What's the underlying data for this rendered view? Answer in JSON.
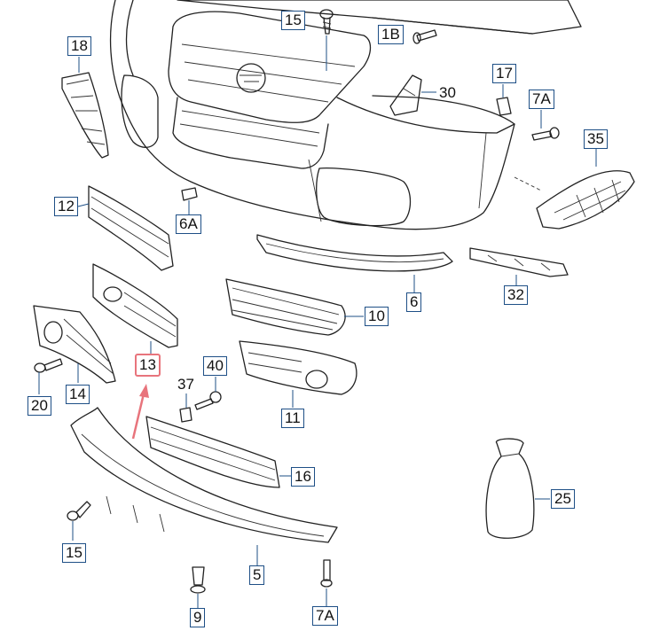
{
  "callouts": [
    {
      "id": "c15a",
      "text": "15",
      "style": "boxed"
    },
    {
      "id": "c1b",
      "text": "1B",
      "style": "boxed"
    },
    {
      "id": "c18",
      "text": "18",
      "style": "boxed"
    },
    {
      "id": "c17",
      "text": "17",
      "style": "boxed"
    },
    {
      "id": "c30",
      "text": "30",
      "style": "plain"
    },
    {
      "id": "c7a_top",
      "text": "7A",
      "style": "boxed"
    },
    {
      "id": "c35",
      "text": "35",
      "style": "boxed"
    },
    {
      "id": "c12",
      "text": "12",
      "style": "boxed"
    },
    {
      "id": "c6a",
      "text": "6A",
      "style": "boxed"
    },
    {
      "id": "c32",
      "text": "32",
      "style": "boxed"
    },
    {
      "id": "c6",
      "text": "6",
      "style": "boxed"
    },
    {
      "id": "c10",
      "text": "10",
      "style": "boxed"
    },
    {
      "id": "c13",
      "text": "13",
      "style": "highlight"
    },
    {
      "id": "c40",
      "text": "40",
      "style": "boxed"
    },
    {
      "id": "c37",
      "text": "37",
      "style": "plain"
    },
    {
      "id": "c14",
      "text": "14",
      "style": "boxed"
    },
    {
      "id": "c20",
      "text": "20",
      "style": "boxed"
    },
    {
      "id": "c11",
      "text": "11",
      "style": "boxed"
    },
    {
      "id": "c16",
      "text": "16",
      "style": "boxed"
    },
    {
      "id": "c25",
      "text": "25",
      "style": "boxed"
    },
    {
      "id": "c15b",
      "text": "15",
      "style": "boxed"
    },
    {
      "id": "c5",
      "text": "5",
      "style": "boxed"
    },
    {
      "id": "c9",
      "text": "9",
      "style": "boxed"
    },
    {
      "id": "c7a_bottom",
      "text": "7A",
      "style": "boxed"
    }
  ],
  "colors": {
    "callout_border": "#1e4f86",
    "highlight": "#e8747c",
    "line": "#222222"
  }
}
